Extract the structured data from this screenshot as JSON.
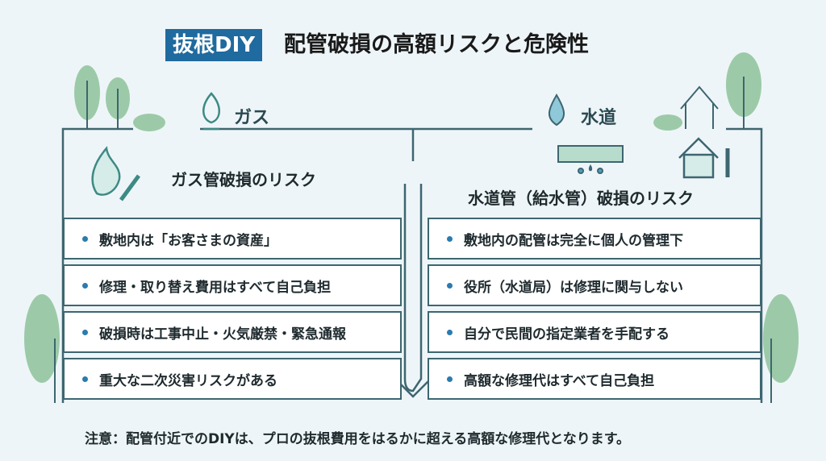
{
  "title": {
    "badge": "抜根DIY",
    "text": "配管破損の高額リスクと危険性"
  },
  "gas": {
    "label": "ガス",
    "subtitle": "ガス管破損のリスク",
    "items": [
      "敷地内は「お客さまの資産」",
      "修理・取り替え費用はすべて自己負担",
      "破損時は工事中止・火気厳禁・緊急通報",
      "重大な二次災害リスクがある"
    ]
  },
  "water": {
    "label": "水道",
    "subtitle": "水道管（給水管）破損のリスク",
    "items": [
      "敷地内の配管は完全に個人の管理下",
      "役所（水道局）は修理に関与しない",
      "自分で民間の指定業者を手配する",
      "高額な修理代はすべて自己負担"
    ]
  },
  "note": "注意：配管付近でのDIYは、プロの抜根費用をはるかに超える高額な修理代となります。",
  "colors": {
    "accent": "#1f6a9e",
    "line": "#3d6670",
    "tree": "#9ccaa8",
    "bg": "#eef5f8"
  }
}
